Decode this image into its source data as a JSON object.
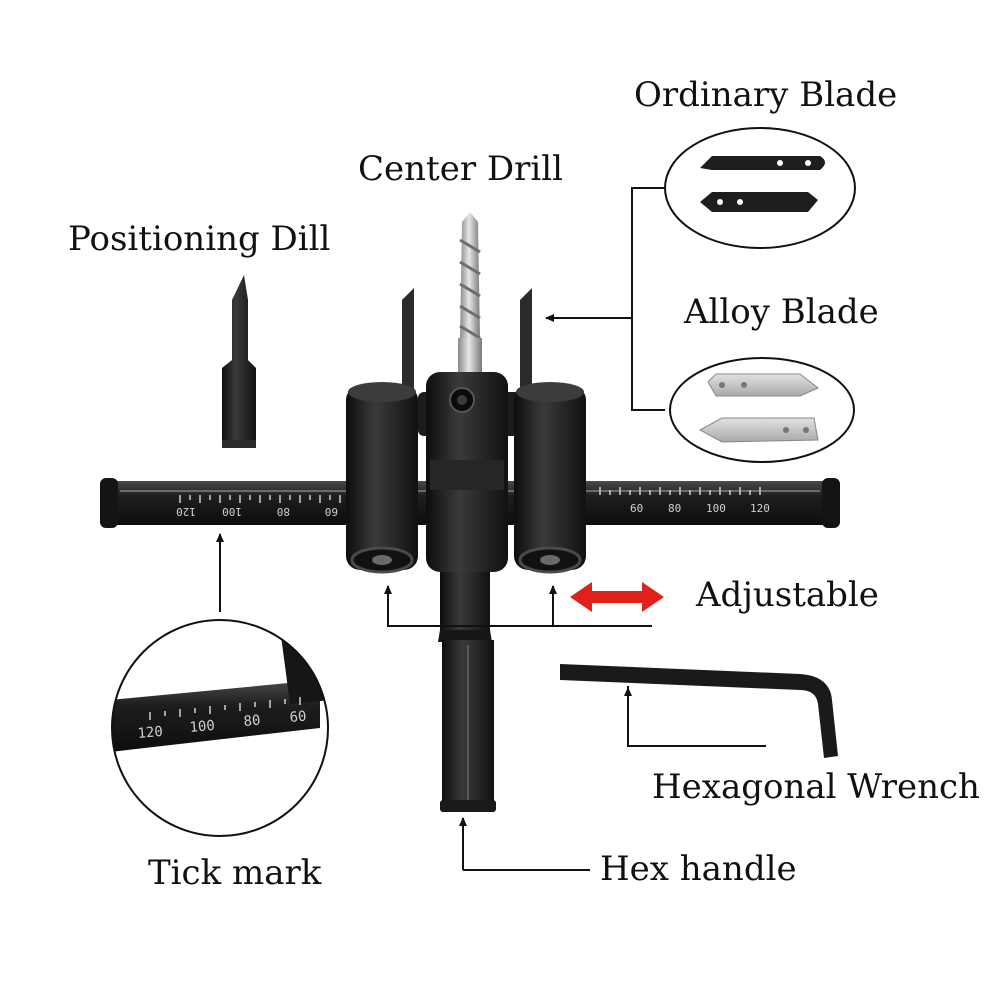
{
  "labels": {
    "ordinary_blade": "Ordinary Blade",
    "center_drill": "Center Drill",
    "positioning_drill": "Positioning Dill",
    "alloy_blade": "Alloy Blade",
    "adjustable": "Adjustable",
    "hexagonal_wrench": "Hexagonal Wrench",
    "tick_mark": "Tick mark",
    "hex_handle": "Hex handle"
  },
  "scale": {
    "left_ticks": [
      "60",
      "80",
      "100",
      "120"
    ],
    "right_ticks": [
      "60",
      "80",
      "100",
      "120"
    ],
    "zoom_ticks": [
      "120",
      "100",
      "80",
      "60"
    ]
  },
  "colors": {
    "metal_dark": "#1c1c1c",
    "metal_mid": "#2e2e2e",
    "steel": "#bdbdbd",
    "alloy": "#c9c9c9",
    "arrow_red": "#e0201b",
    "line": "#111111"
  }
}
